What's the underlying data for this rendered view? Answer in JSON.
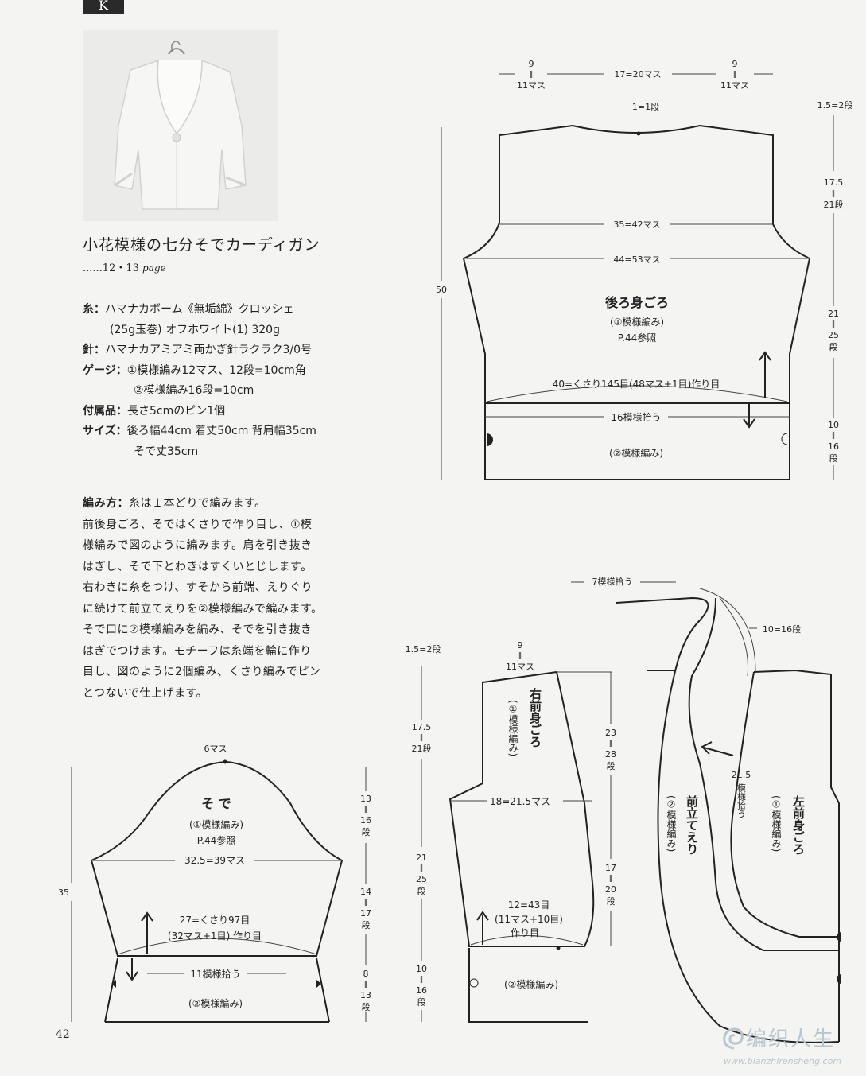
{
  "header": {
    "badge": "K"
  },
  "title": "小花模様の七分そでカーディガン",
  "page_ref": {
    "prefix": "......12・13",
    "suffix": "page"
  },
  "specs": {
    "yarn_label": "糸：",
    "yarn_line1": "ハマナカボーム《無垢綿》クロッシェ",
    "yarn_line2": "(25g玉巻) オフホワイト(1) 320g",
    "needle_label": "針：",
    "needle": "ハマナカアミアミ両かぎ針ラクラク3/0号",
    "gauge_label": "ゲージ：",
    "gauge1": "①模様編み12マス、12段=10cm角",
    "gauge2": "②模様編み16段=10cm",
    "acc_label": "付属品：",
    "acc": "長さ5cmのピン1個",
    "size_label": "サイズ：",
    "size1": "後ろ幅44cm  着丈50cm  背肩幅35cm",
    "size2": "そで丈35cm"
  },
  "method": {
    "label": "編み方：",
    "first": "糸は１本どりで編みます。",
    "lines": [
      "前後身ごろ、そではくさりで作り目し、①模",
      "様編みで図のように編みます。肩を引き抜き",
      "はぎし、そで下とわきはすくいとじします。",
      "右わきに糸をつけ、すそから前端、えりぐり",
      "に続けて前立てえりを②模様編みで編みます。",
      "そで口に②模様編みを編み、そでを引き抜き",
      "はぎでつけます。モチーフは糸端を輪に作り",
      "目し、図のように2個編み、くさり編みでピン",
      "とつないで仕上げます。"
    ]
  },
  "page_number": "42",
  "back": {
    "top_l1": "9",
    "top_l2": "11マス",
    "top_c": "17=20マス",
    "top_r1": "9",
    "top_r2": "11マス",
    "neck": "1=1段",
    "width35": "35=42マス",
    "width44": "44=53マス",
    "name": "後ろ身ごろ",
    "pat": "(①模様編み)",
    "ref": "P.44参照",
    "cast": "40=くさり145目(48マス+1目)作り目",
    "pick": "16模様拾う",
    "pat2": "(②模様編み)",
    "height": "50",
    "r_top": "1.5=2段",
    "r_1a": "17.5",
    "r_1b": "21段",
    "r_2a": "21",
    "r_2b": "25",
    "r_2c": "段",
    "r_3a": "10",
    "r_3b": "16",
    "r_3c": "段"
  },
  "sleeve": {
    "top": "6マス",
    "name": "そ で",
    "pat": "(①模様編み)",
    "ref": "P.44参照",
    "width": "32.5=39マス",
    "cast1": "27=くさり97目",
    "cast2": "(32マス+1目) 作り目",
    "pick": "11模様拾う",
    "pat2": "(②模様編み)",
    "height": "35",
    "r_1a": "13",
    "r_1b": "16",
    "r_1c": "段",
    "r_2a": "14",
    "r_2b": "17",
    "r_2c": "段",
    "r_3a": "8",
    "r_3b": "13",
    "r_3c": "段"
  },
  "front": {
    "pick7": "7模様拾う",
    "collar_w": "10=16段",
    "left_top": "1.5=2段",
    "top1": "9",
    "top2": "11マス",
    "right_name": "右前身ごろ",
    "right_pat": "(①模様編み)",
    "width": "18=21.5マス",
    "cast1": "12=43目",
    "cast2": "(11マス+10目)",
    "cast3": "作り目",
    "pat2": "(②模様編み)",
    "l_1a": "17.5",
    "l_1b": "21段",
    "l_2a": "21",
    "l_2b": "25",
    "l_2c": "段",
    "l_3a": "10",
    "l_3b": "16",
    "l_3c": "段",
    "m_1a": "23",
    "m_1b": "28",
    "m_1c": "段",
    "m_2a": "17",
    "m_2b": "20",
    "m_2c": "段",
    "band_name": "前立てえり",
    "band_pat": "(②模様編み)",
    "band_pick_a": "21.5",
    "band_pick_b": "模様拾う",
    "left_name": "左前身ごろ",
    "left_pat": "(①模様編み)"
  },
  "watermark": {
    "text": "编织人生",
    "url": "www.bianzhirensheng.com"
  }
}
